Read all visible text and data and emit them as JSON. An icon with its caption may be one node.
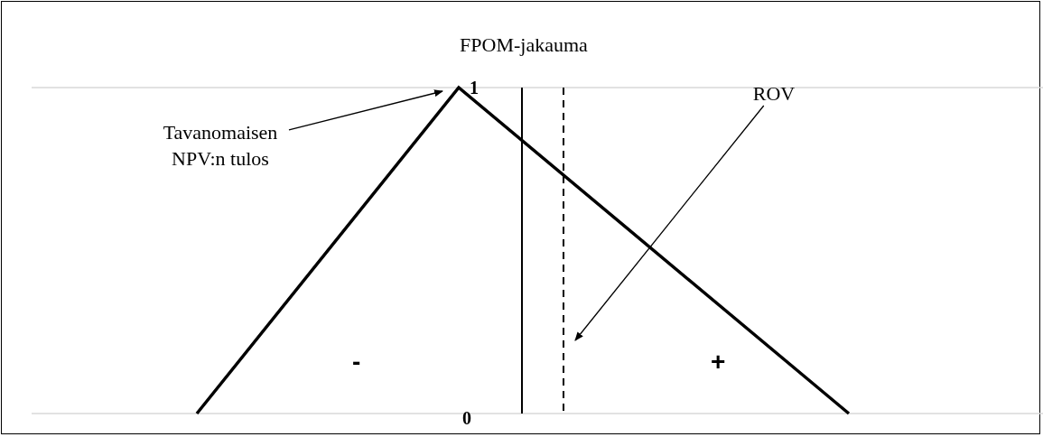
{
  "diagram": {
    "title": "FPOM-jakauma",
    "nodes": [
      {
        "text": [
          "Tavanomaisen NPV:n tulos"
        ]
      },
      {
        "text": [
          "ROV"
        ]
      }
    ],
    "edges": [
      {
        "from": 0,
        "to": null,
        "arrow": "to"
      },
      {
        "from": 1,
        "to": null,
        "arrow": "to"
      }
    ],
    "labels": [
      "1",
      "0",
      "-",
      "+"
    ]
  }
}
